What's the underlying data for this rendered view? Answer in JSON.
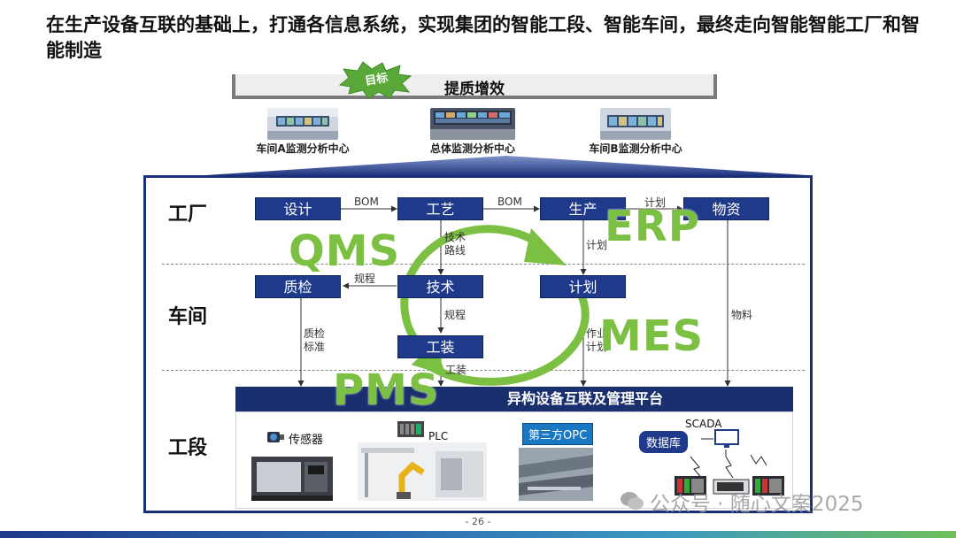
{
  "title": "在生产设备互联的基础上，打通各信息系统，实现集团的智能工段、智能车间，最终走向智能智能工厂和智能制造",
  "goal": {
    "badge": "目标",
    "label": "提质增效"
  },
  "centers": [
    {
      "label": "车间A监测分析中心"
    },
    {
      "label": "总体监测分析中心"
    },
    {
      "label": "车间B监测分析中心"
    }
  ],
  "levels": {
    "factory": "工厂",
    "workshop": "车间",
    "section": "工段"
  },
  "nodes": {
    "design": "设计",
    "process": "工艺",
    "production": "生产",
    "materials": "物资",
    "inspection": "质检",
    "technology": "技术",
    "plan": "计划",
    "tooling": "工装"
  },
  "edges": {
    "bom1": "BOM",
    "bom2": "BOM",
    "plan_top": "计划",
    "tech_route": "技术\n路线",
    "plan_v": "计划",
    "rules1": "规程",
    "rules2": "规程",
    "qc_std": "质检\n标准",
    "work_plan": "作业\n计划",
    "material": "物料",
    "tooling_req": "工装"
  },
  "systems": {
    "qms": "QMS",
    "erp": "ERP",
    "mes": "MES",
    "pms": "PMS"
  },
  "platform": "异构设备互联及管理平台",
  "equipment": {
    "sensor": "传感器",
    "plc": "PLC",
    "opc": "第三方OPC",
    "scada": "SCADA",
    "database": "数据库"
  },
  "page_number": "- 26 -",
  "watermark": "公众号 · 随心文案2025",
  "colors": {
    "node": "#1f3a8a",
    "frame": "#1a2f7a",
    "arrow_green": "#7cc043",
    "system_text": "#7cc043"
  }
}
